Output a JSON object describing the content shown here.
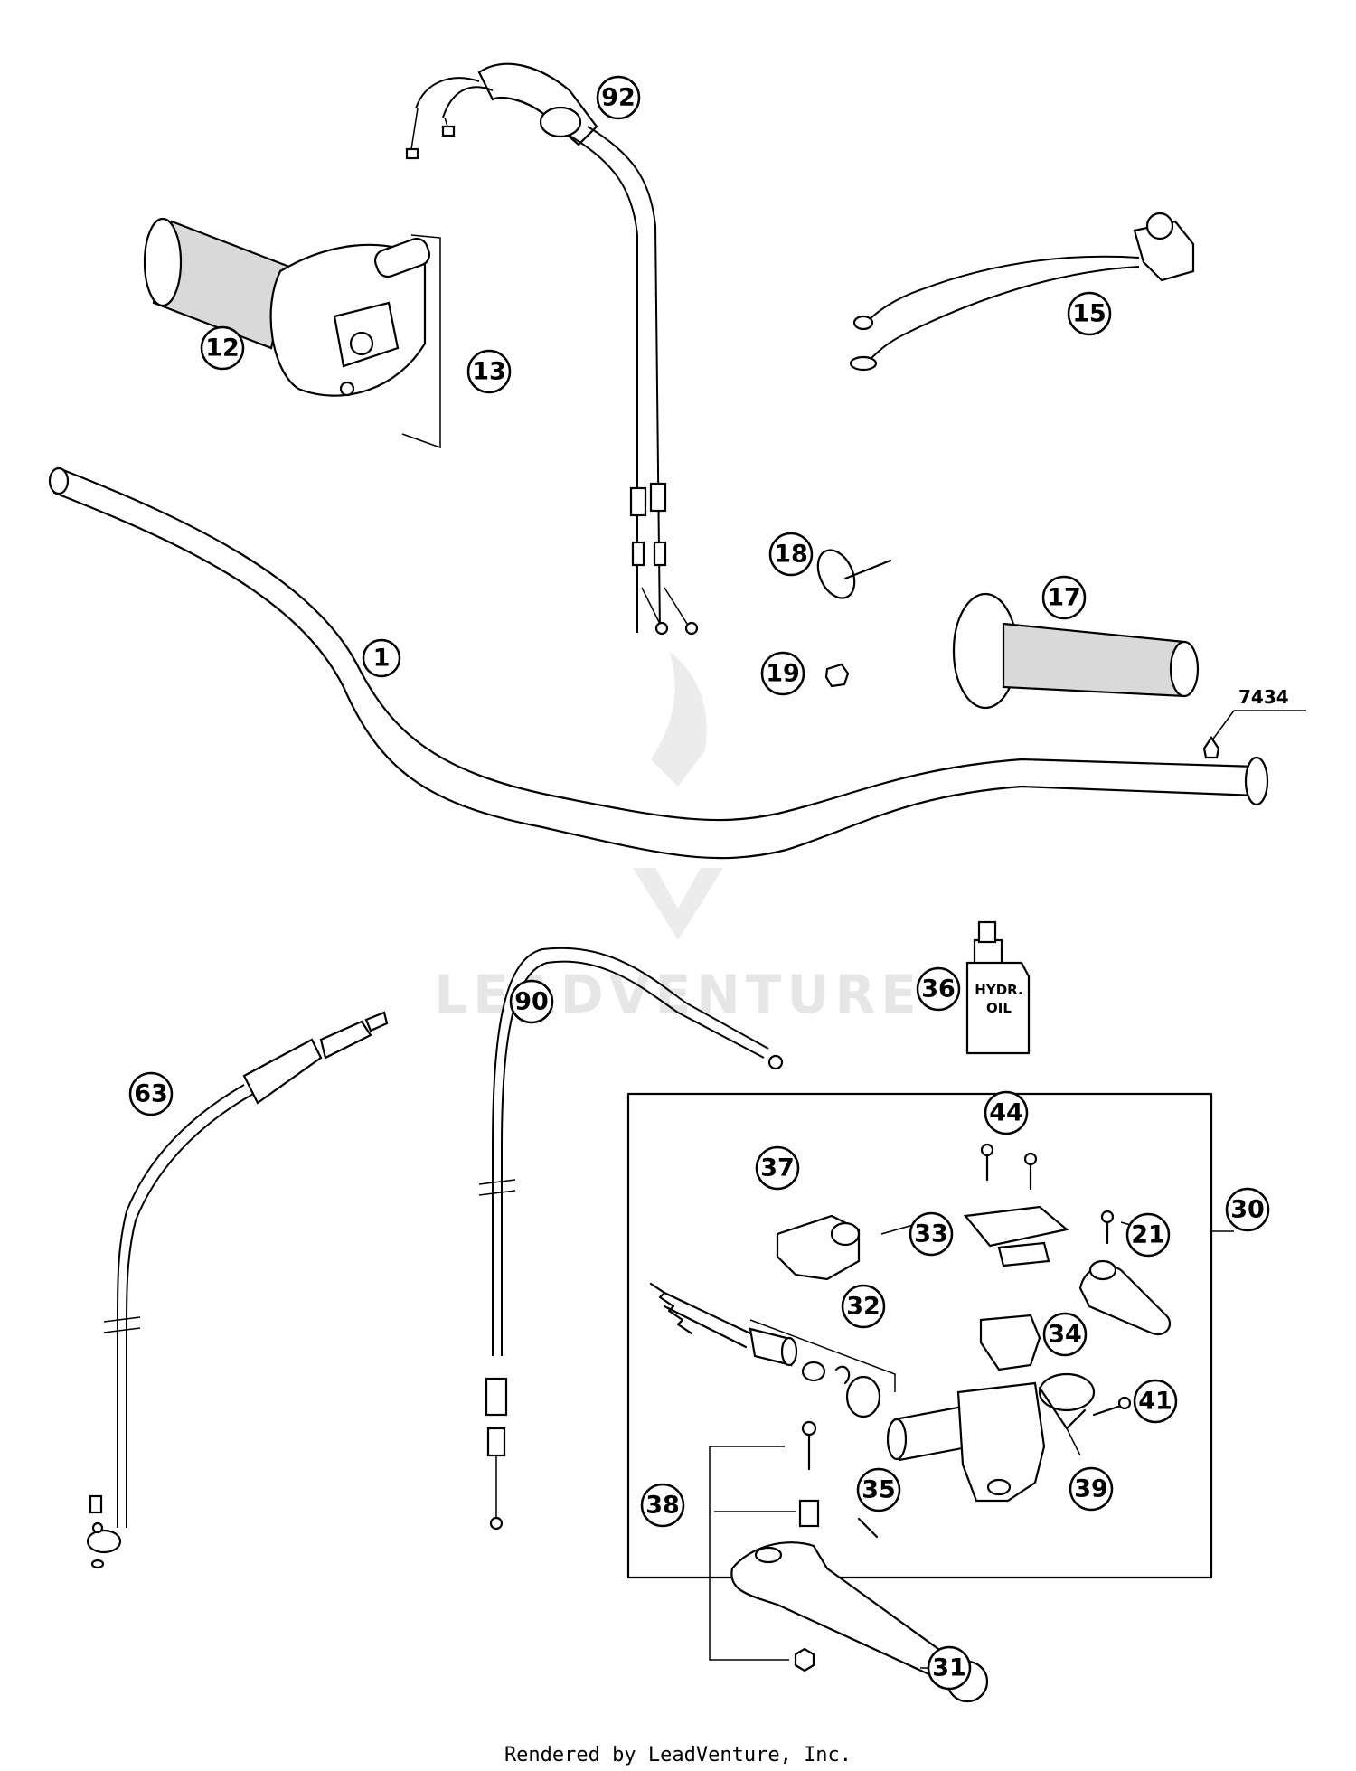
{
  "diagram": {
    "watermark": "LEADVENTURE",
    "footer": "Rendered by LeadVenture, Inc.",
    "reference_code": "7434",
    "bottle_label_line1": "HYDR.",
    "bottle_label_line2": "OIL",
    "callouts": {
      "c1": "1",
      "c12": "12",
      "c13": "13",
      "c15": "15",
      "c17": "17",
      "c18": "18",
      "c19": "19",
      "c21": "21",
      "c30": "30",
      "c31": "31",
      "c32": "32",
      "c33": "33",
      "c34": "34",
      "c35": "35",
      "c36": "36",
      "c37": "37",
      "c38": "38",
      "c39": "39",
      "c41": "41",
      "c44": "44",
      "c63": "63",
      "c90": "90",
      "c92": "92"
    }
  }
}
